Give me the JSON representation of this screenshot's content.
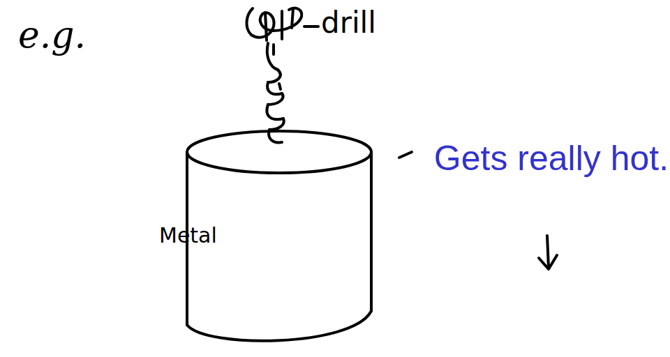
{
  "diagram": {
    "nodes": [
      {
        "text": [
          "Metal"
        ]
      }
    ],
    "labels": [
      "e.g.",
      "drill",
      "Gets really hot."
    ]
  }
}
